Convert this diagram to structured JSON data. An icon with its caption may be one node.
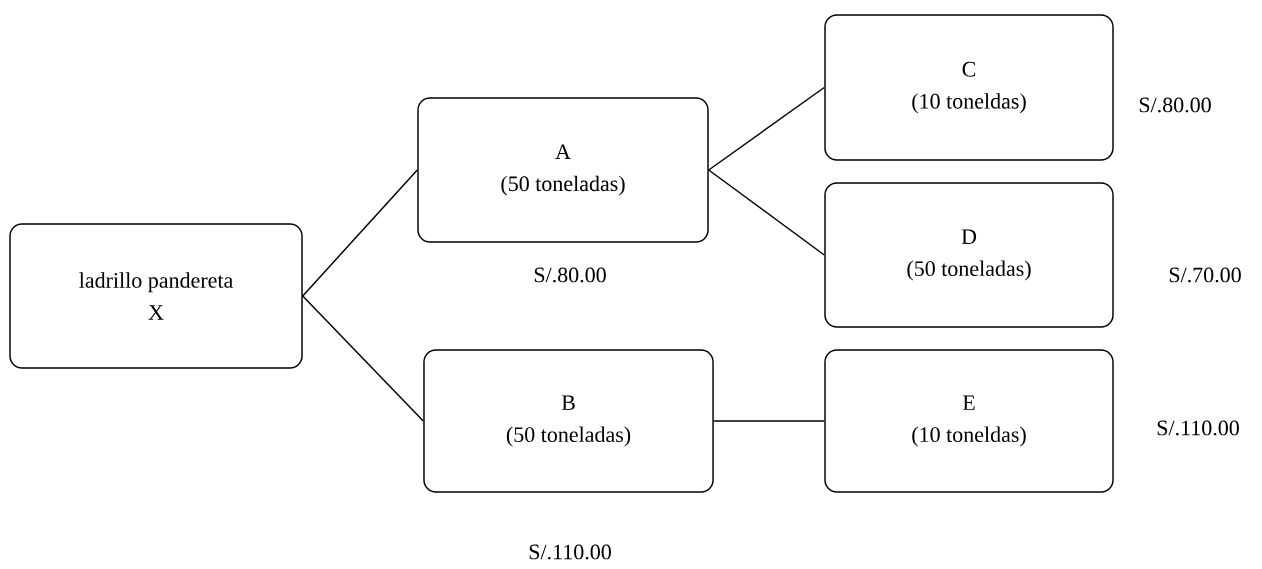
{
  "diagram": {
    "nodes": [
      {
        "text": [
          "ladrillo pandereta",
          "X"
        ]
      },
      {
        "text": [
          "A",
          "(50 toneladas)"
        ],
        "beside": [
          "S/.80.00"
        ]
      },
      {
        "text": [
          "B",
          "(50 toneladas)"
        ],
        "beside": [
          "S/.110.00"
        ]
      },
      {
        "text": [
          "C",
          "(10 toneldas)"
        ],
        "beside": [
          "S/.80.00"
        ]
      },
      {
        "text": [
          "D",
          "(50 toneladas)"
        ],
        "beside": [
          "S/.70.00"
        ]
      },
      {
        "text": [
          "E",
          "(10 toneldas)"
        ],
        "beside": [
          "S/.110.00"
        ]
      }
    ],
    "edges": [
      {
        "from": 0,
        "to": 1,
        "arrow": "none"
      },
      {
        "from": 0,
        "to": 2,
        "arrow": "none"
      },
      {
        "from": 1,
        "to": 3,
        "arrow": "none"
      },
      {
        "from": 1,
        "to": 4,
        "arrow": "none"
      },
      {
        "from": 2,
        "to": 5,
        "arrow": "none"
      }
    ]
  }
}
